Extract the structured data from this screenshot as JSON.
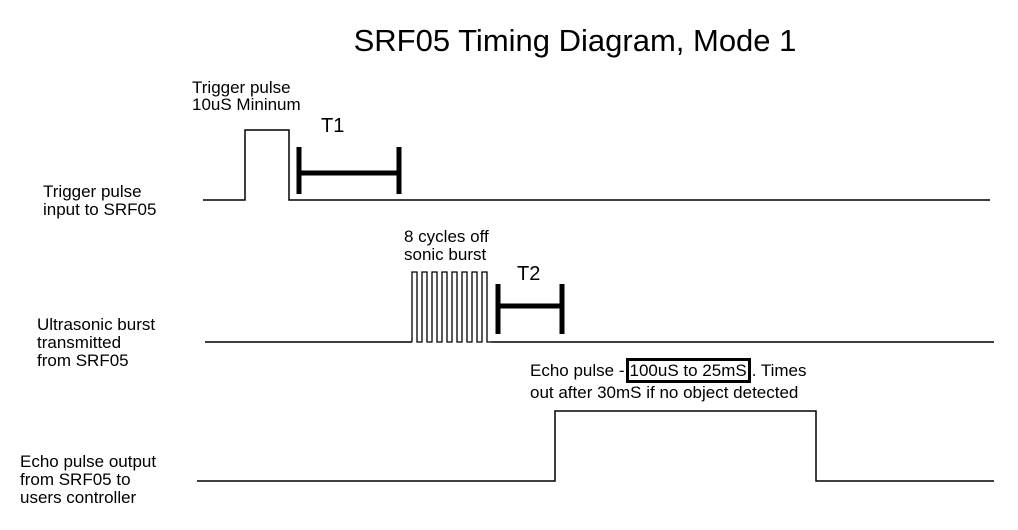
{
  "title": "SRF05 Timing Diagram, Mode 1",
  "signals": {
    "trigger": {
      "label_line1": "Trigger pulse",
      "label_line2": "input to SRF05"
    },
    "burst": {
      "label_line1": "Ultrasonic burst",
      "label_line2": "transmitted",
      "label_line3": "from SRF05"
    },
    "echo": {
      "label_line1": "Echo pulse output",
      "label_line2": "from SRF05 to",
      "label_line3": "users controller"
    }
  },
  "annotations": {
    "trigger_pulse_line1": "Trigger pulse",
    "trigger_pulse_line2": "10uS Mininum",
    "t1": "T1",
    "burst_line1": "8 cycles off",
    "burst_line2": "sonic burst",
    "burst_cycles": 8,
    "t2": "T2",
    "echo_prefix": "Echo pulse -",
    "echo_range": "100uS to 25mS",
    "echo_suffix": ". Times",
    "echo_line2": "out after 30mS if no object detected"
  },
  "colors": {
    "line": "#000000",
    "background": "#ffffff"
  }
}
